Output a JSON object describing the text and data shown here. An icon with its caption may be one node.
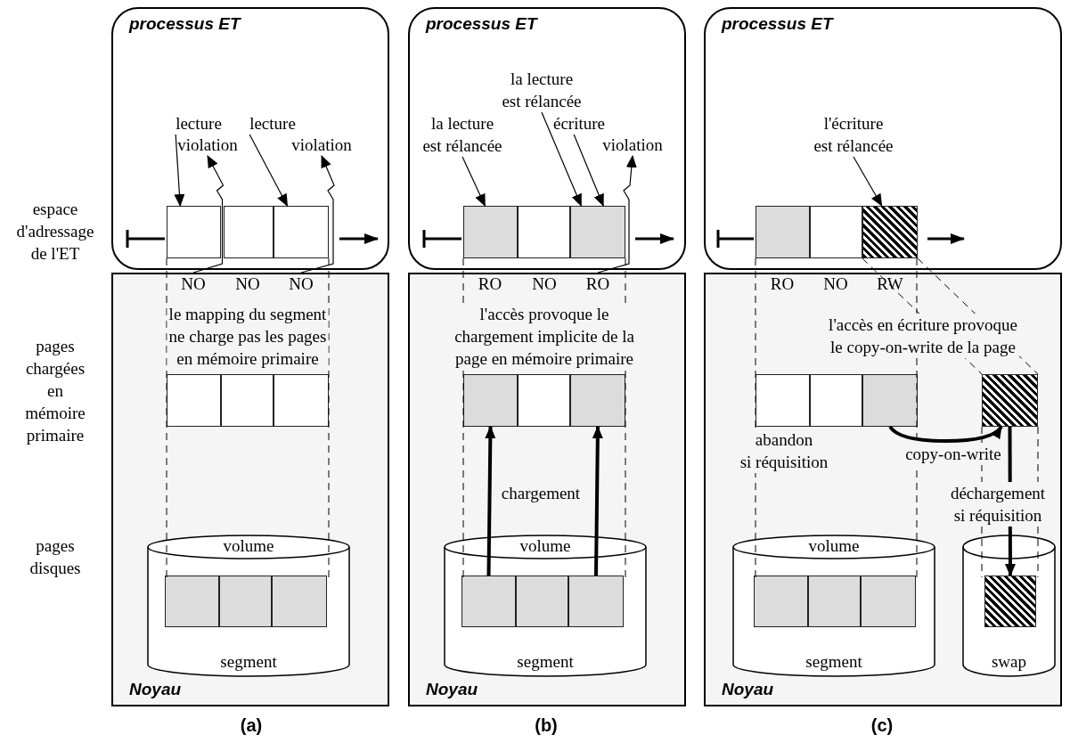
{
  "diagram": {
    "nodes": [
      {
        "text": [
          "processus ET"
        ]
      },
      {
        "text": [
          "lecture"
        ],
        "in": 0
      },
      {
        "text": [
          "violation"
        ],
        "in": 0
      },
      {
        "text": [
          "lecture"
        ],
        "in": 0
      },
      {
        "text": [
          "violation"
        ],
        "in": 0
      },
      {
        "text": [],
        "shape": "box",
        "in": 0
      },
      {
        "text": [],
        "shape": "box",
        "in": 0
      },
      {
        "text": [],
        "shape": "box",
        "in": 0
      },
      {
        "text": [
          "Noyau"
        ]
      },
      {
        "text": [
          "NO"
        ],
        "in": 8
      },
      {
        "text": [
          "NO"
        ],
        "in": 8
      },
      {
        "text": [
          "NO"
        ],
        "in": 8
      },
      {
        "text": [],
        "shape": "box",
        "in": 8
      },
      {
        "text": [],
        "shape": "box",
        "in": 8
      },
      {
        "text": [],
        "shape": "box",
        "in": 8
      },
      {
        "text": [
          "volume",
          "segment"
        ],
        "in": 8
      },
      {
        "text": [],
        "shape": "box",
        "in": 15
      },
      {
        "text": [],
        "shape": "box",
        "in": 15
      },
      {
        "text": [],
        "shape": "box",
        "in": 15
      },
      {
        "text": [
          "processus ET"
        ]
      },
      {
        "text": [
          "la lecture est rélancée"
        ],
        "in": 19
      },
      {
        "text": [
          "la lecture est rélancée"
        ],
        "in": 19
      },
      {
        "text": [
          "écriture"
        ],
        "in": 19
      },
      {
        "text": [
          "violation"
        ],
        "in": 19
      },
      {
        "text": [],
        "shape": "box",
        "in": 19
      },
      {
        "text": [],
        "shape": "box",
        "in": 19
      },
      {
        "text": [],
        "shape": "box",
        "in": 19
      },
      {
        "text": [
          "Noyau"
        ]
      },
      {
        "text": [
          "RO"
        ],
        "in": 27
      },
      {
        "text": [
          "NO"
        ],
        "in": 27
      },
      {
        "text": [
          "RO"
        ],
        "in": 27
      },
      {
        "text": [],
        "shape": "box",
        "in": 27
      },
      {
        "text": [],
        "shape": "box",
        "in": 27
      },
      {
        "text": [],
        "shape": "box",
        "in": 27
      },
      {
        "text": [
          "volume",
          "segment"
        ],
        "in": 27
      },
      {
        "text": [],
        "shape": "box",
        "in": 34
      },
      {
        "text": [],
        "shape": "box",
        "in": 34
      },
      {
        "text": [],
        "shape": "box",
        "in": 34
      },
      {
        "text": [
          "processus ET"
        ]
      },
      {
        "text": [
          "l'écriture est rélancée"
        ],
        "in": 38
      },
      {
        "text": [],
        "shape": "box",
        "in": 38
      },
      {
        "text": [],
        "shape": "box",
        "in": 38
      },
      {
        "text": [],
        "shape": "box",
        "in": 38
      },
      {
        "text": [
          "Noyau"
        ]
      },
      {
        "text": [
          "RO"
        ],
        "in": 43
      },
      {
        "text": [
          "NO"
        ],
        "in": 43
      },
      {
        "text": [
          "RW"
        ],
        "in": 43
      },
      {
        "text": [],
        "shape": "box",
        "in": 43
      },
      {
        "text": [],
        "shape": "box",
        "in": 43
      },
      {
        "text": [],
        "shape": "box",
        "in": 43
      },
      {
        "text": [],
        "shape": "box",
        "in": 43
      },
      {
        "text": [
          "volume",
          "segment"
        ],
        "in": 43
      },
      {
        "text": [],
        "shape": "box",
        "in": 51
      },
      {
        "text": [],
        "shape": "box",
        "in": 51
      },
      {
        "text": [],
        "shape": "box",
        "in": 51
      },
      {
        "text": [
          "swap"
        ],
        "in": 43
      },
      {
        "text": [],
        "shape": "box",
        "in": 55
      }
    ],
    "edges": [
      {
        "from": 1,
        "to": 5,
        "arrow": "to"
      },
      {
        "from": 3,
        "to": 7,
        "arrow": "to"
      },
      {
        "from": 9,
        "to": 2,
        "arrow": "to"
      },
      {
        "from": 11,
        "to": 4,
        "arrow": "to"
      },
      {
        "from": 21,
        "to": 24,
        "arrow": "to"
      },
      {
        "from": 20,
        "to": 26,
        "arrow": "to"
      },
      {
        "from": 22,
        "to": 26,
        "arrow": "to"
      },
      {
        "from": 30,
        "to": 23,
        "arrow": "to"
      },
      {
        "from": 35,
        "to": 31,
        "arrow": "to",
        "style": "thick"
      },
      {
        "from": 37,
        "to": 33,
        "arrow": "to",
        "style": "thick"
      },
      {
        "from": 39,
        "to": 42,
        "arrow": "to"
      },
      {
        "from": 49,
        "to": 50,
        "arrow": "to",
        "label": "copy-on-write",
        "style": "thick"
      },
      {
        "from": 50,
        "to": 56,
        "arrow": "to",
        "label": "déchargement si réquisition",
        "style": "thick"
      }
    ],
    "labels": [
      "espace d'adressage de l'ET",
      "pages chargées en mémoire primaire",
      "le mapping du segment ne charge pas les pages en mémoire primaire",
      "l'accès provoque le chargement implicite de la page en mémoire primaire",
      "l'accès en écriture provoque le copy-on-write de la page",
      "chargement",
      "abandon si réquisition",
      "pages disques",
      "(a)",
      "(b)",
      "(c)"
    ]
  }
}
